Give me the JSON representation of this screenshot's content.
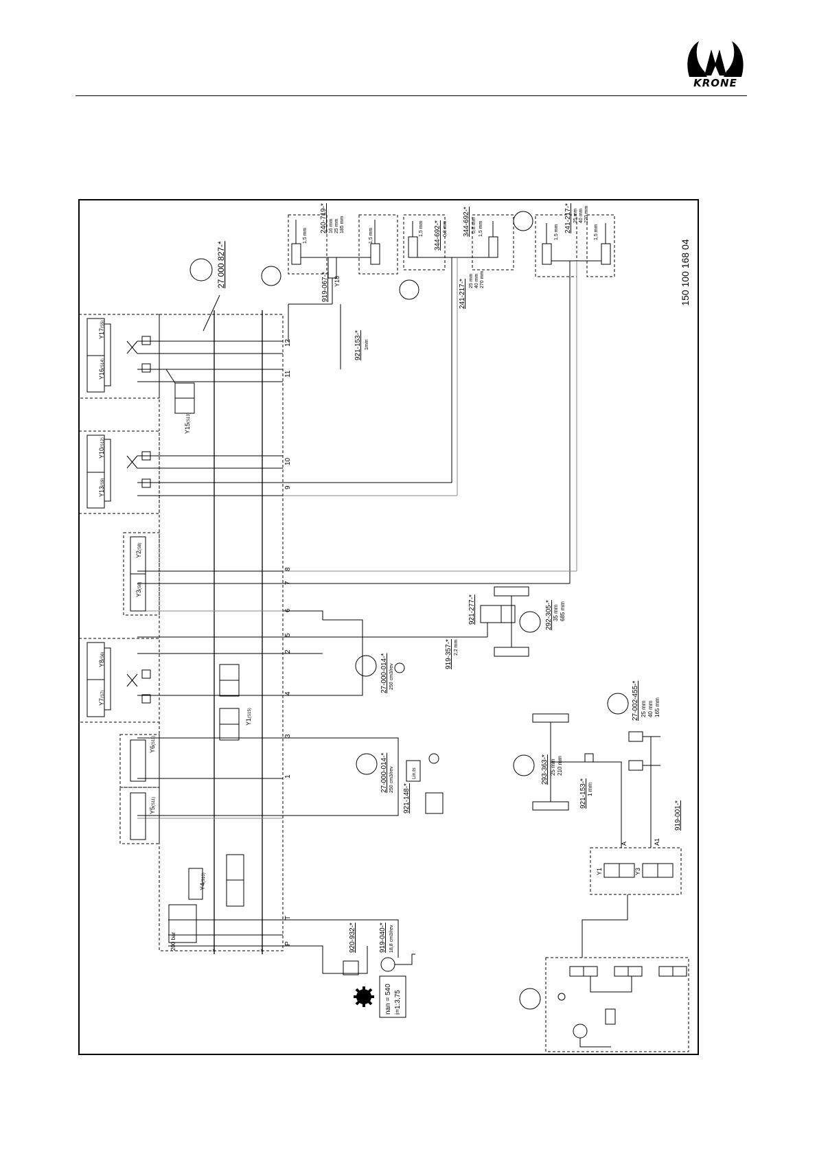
{
  "brand": {
    "name": "KRONE"
  },
  "drawing_number": "150 100 168 04",
  "block_label": "27 000 827-*",
  "ports": [
    "1",
    "2",
    "3",
    "4",
    "5",
    "6",
    "7",
    "8",
    "9",
    "10",
    "11",
    "12",
    "P",
    "T"
  ],
  "valves": [
    {
      "id": "Y1",
      "sub": "(S15)"
    },
    {
      "id": "Y2",
      "sub": "(S8)"
    },
    {
      "id": "Y3",
      "sub": "(S8)"
    },
    {
      "id": "Y4",
      "sub": "(S10)"
    },
    {
      "id": "Y5",
      "sub": "(S11)"
    },
    {
      "id": "Y6",
      "sub": "(S11)"
    },
    {
      "id": "Y7",
      "sub": "(S7)"
    },
    {
      "id": "Y8",
      "sub": "(S6)"
    },
    {
      "id": "Y10",
      "sub": "(S12)"
    },
    {
      "id": "Y13",
      "sub": "(S9)"
    },
    {
      "id": "Y15",
      "sub": "(S13)"
    },
    {
      "id": "Y16",
      "sub": "(S14)"
    },
    {
      "id": "Y17",
      "sub": "(S5)"
    },
    {
      "id": "Y18",
      "sub": ""
    }
  ],
  "components": {
    "cyl_top1": {
      "code": "240-719-*",
      "specs": [
        "16 mm",
        "25 mm",
        "185 mm"
      ],
      "orifice": "1,5 mm"
    },
    "valve_919_067": {
      "code": "919-067-*"
    },
    "orifice_921_153_top": {
      "code": "921-153-*",
      "spec": "1mm"
    },
    "cyl_top2": {
      "codes": [
        "344-692-*",
        "344-692-*"
      ],
      "spec": "0,8 mm",
      "orifice": "1,5 mm"
    },
    "cyl_241_217_a": {
      "code": "241-217-*",
      "specs": [
        "25 mm",
        "40 mm",
        "270 mm"
      ]
    },
    "cyl_241_217_b": {
      "code": "241-217-*",
      "specs": [
        "25 mm",
        "40 mm",
        "270 mm"
      ],
      "orifice": "1,5 mm"
    },
    "valve_921_277": {
      "code": "921-277-*"
    },
    "cyl_292_305": {
      "code": "292-305-*",
      "specs": [
        "35 mm",
        "685 mm"
      ]
    },
    "orifice_919_357": {
      "code": "919-357-*",
      "spec": "2,2 mm"
    },
    "motor1": {
      "code": "27-000-014-*",
      "spec": "250 cm3/rev"
    },
    "motor2": {
      "code": "27-000-014-*",
      "spec": "250 cm3/rev",
      "box": "Lin.ts"
    },
    "valve_921_148": {
      "code": "921-148-*"
    },
    "cyl_293_363": {
      "code": "293-363-*",
      "specs": [
        "25 mm",
        "210 mm"
      ]
    },
    "orifice_921_153_mid": {
      "code": "921-153-*",
      "spec": "1 mm"
    },
    "cyl_27_002_455": {
      "code": "27-002-455-*",
      "specs": [
        "25 mm",
        "40 mm",
        "165 mm"
      ]
    },
    "valve_919_001": {
      "code": "919-001-*",
      "ports": [
        "A",
        "A1"
      ],
      "valves": [
        "Y1",
        "Y3"
      ]
    },
    "filter_920_932": {
      "code": "920-932-*"
    },
    "pump_919_040": {
      "code": "919-040-*",
      "spec": "18,8 cm3/rev"
    },
    "gear_box": {
      "line1": "nan = 540",
      "line2": "i=1:3,75"
    },
    "relief": {
      "spec": "200 bar"
    }
  }
}
